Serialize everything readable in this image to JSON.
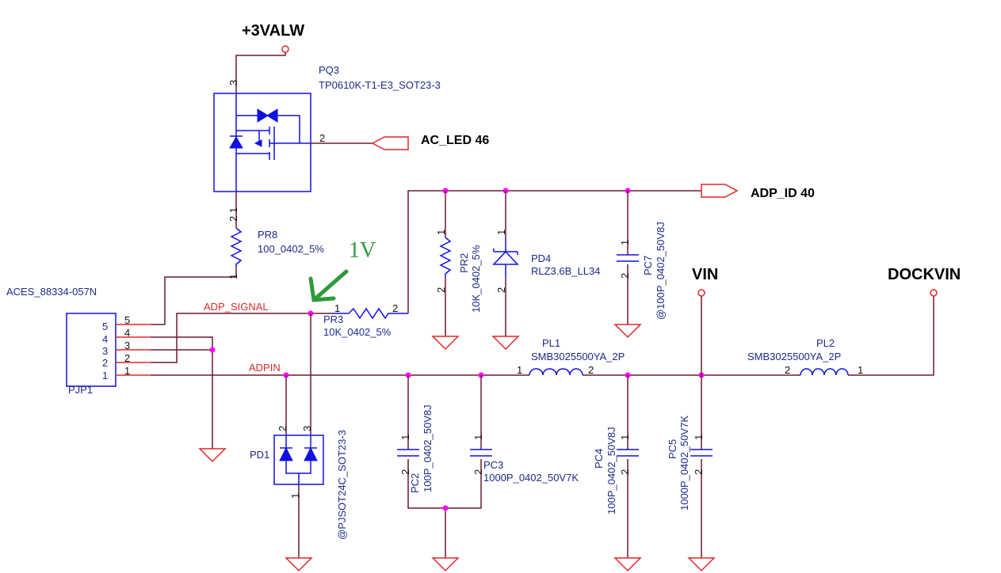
{
  "nets": {
    "v3alw": "+3VALW",
    "ac_led": "AC_LED  46",
    "adp_id": "ADP_ID  40",
    "vin": "VIN",
    "dockvin": "DOCKVIN",
    "adp_signal": "ADP_SIGNAL",
    "adpin": "ADPIN"
  },
  "annotation": {
    "text": "1V",
    "color": "#2e9a3a"
  },
  "components": {
    "pq3": {
      "ref": "PQ3",
      "value": "TP0610K-T1-E3_SOT23-3",
      "pins": [
        "3",
        "2",
        "2 1"
      ]
    },
    "pr8": {
      "ref": "PR8",
      "value": "100_0402_5%",
      "pin": "1"
    },
    "pr3": {
      "ref": "PR3",
      "value": "10K_0402_5%",
      "pins": [
        "1",
        "2"
      ]
    },
    "pr2": {
      "ref": "PR2",
      "value": "10K_0402_5%",
      "pins": [
        "1",
        "2"
      ]
    },
    "pd4": {
      "ref": "PD4",
      "value": "RLZ3.6B_LL34",
      "pins": [
        "1",
        "2"
      ]
    },
    "pc7": {
      "ref": "PC7",
      "value": "@100P_0402_50V8J",
      "pins": [
        "1",
        "2"
      ]
    },
    "pjp1": {
      "ref": "PJP1",
      "value": "ACES_88334-057N",
      "pins": [
        "5",
        "4",
        "3",
        "2",
        "1"
      ]
    },
    "pd1": {
      "ref": "PD1",
      "value": "@PJSOT24C_SOT23-3",
      "pins": [
        "2",
        "3",
        "1"
      ]
    },
    "pc2": {
      "ref": "PC2",
      "value": "100P_0402_50V8J",
      "pins": [
        "1",
        "2"
      ]
    },
    "pc3": {
      "ref": "PC3",
      "value": "1000P_0402_50V7K",
      "pins": [
        "1",
        "2"
      ]
    },
    "pl1": {
      "ref": "PL1",
      "value": "SMB3025500YA_2P",
      "pins": [
        "1",
        "2"
      ]
    },
    "pc4": {
      "ref": "PC4",
      "value": "100P_0402_50V8J",
      "pins": [
        "1",
        "2"
      ]
    },
    "pc5": {
      "ref": "PC5",
      "value": "1000P_0402_50V7K",
      "pins": [
        "1",
        "2"
      ]
    },
    "pl2": {
      "ref": "PL2",
      "value": "SMB3025500YA_2P",
      "pins": [
        "2",
        "1"
      ]
    }
  },
  "colors": {
    "wire": "#6b1a2e",
    "pin": "#e02828",
    "component": "#1010e0",
    "junction": "#ff00ff",
    "text": "#1c2a8a"
  }
}
